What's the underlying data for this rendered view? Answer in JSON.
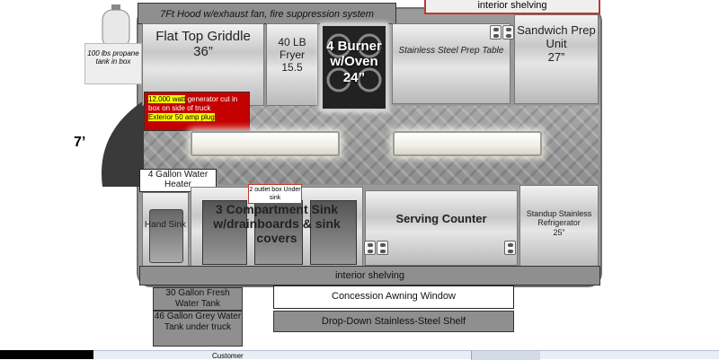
{
  "hood_label": "7Ft Hood w/exhaust fan, fire suppression system",
  "top_shelving_label": "interior shelving",
  "propane_label": "100 lbs propane tank in box",
  "griddle": {
    "name": "Flat Top Griddle",
    "size": "36”"
  },
  "fryer": {
    "name": "40 LB Fryer",
    "size": "15.5"
  },
  "burner": {
    "name": "4 Burner w/Oven",
    "size": "24”"
  },
  "prep_table_label": "Stainless Steel Prep Table",
  "sandwich": {
    "name": "Sandwich Prep Unit",
    "size": "27”"
  },
  "generator": {
    "wattage": "12,000 watt",
    "description": "generator cut in box on side of truck",
    "plug": "Exterior 50 amp plug"
  },
  "width_label": "7’",
  "water_heater_label": "4 Gallon Water Heater",
  "outlet_box_label": "2 outlet box Under sink",
  "hand_sink_label": "Hand Sink",
  "compartment_sink_label": "3 Compartment Sink w/drainboards & sink covers",
  "serving_counter_label": "Serving Counter",
  "refrigerator": {
    "name": "Standup Stainless Refrigerator",
    "size": "25”"
  },
  "bottom_shelving_label": "interior shelving",
  "fresh_tank_label": "30 Gallon Fresh Water Tank",
  "grey_tank_label": "46 Gallon Grey Water Tank under truck",
  "awning_label": "Concession Awning Window",
  "shelf_label": "Drop-Down Stainless-Steel Shelf",
  "footer_label": "Customer"
}
